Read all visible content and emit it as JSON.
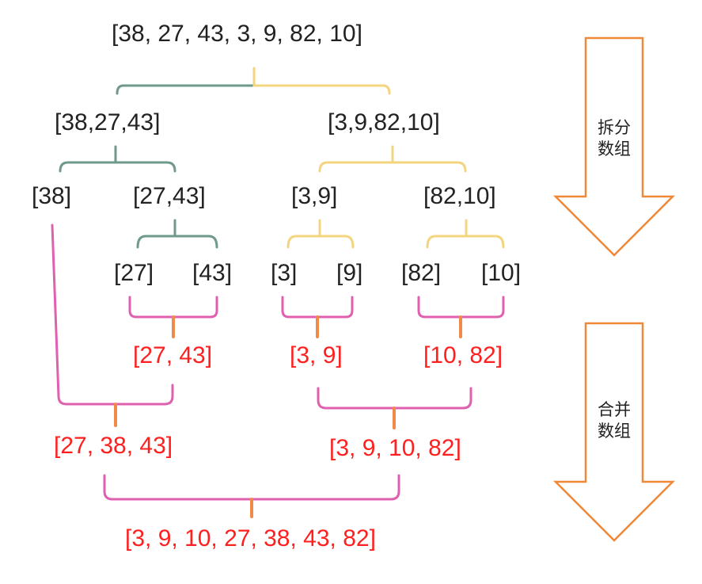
{
  "colors": {
    "split_left": "#6f9a8a",
    "split_right": "#f2d57e",
    "merge": "#e060b0",
    "merge_stem": "#f08a4b",
    "arrow": "#f0883a",
    "text": "#222222",
    "result_text": "#ff1f1f"
  },
  "split": {
    "root": "[38, 27, 43, 3, 9, 82, 10]",
    "left": "[38,27,43]",
    "right": "[3,9,82,10]",
    "l1": "[38]",
    "l2": "[27,43]",
    "r1": "[3,9]",
    "r2": "[82,10]",
    "leaf_27": "[27]",
    "leaf_43": "[43]",
    "leaf_3": "[3]",
    "leaf_9": "[9]",
    "leaf_82": "[82]",
    "leaf_10": "[10]"
  },
  "merge": {
    "m_27_43": "[27, 43]",
    "m_3_9": "[3, 9]",
    "m_10_82": "[10, 82]",
    "m_27_38_43": "[27, 38, 43]",
    "m_3_9_10_82": "[3, 9, 10, 82]",
    "final": "[3, 9, 10, 27, 38, 43, 82]"
  },
  "arrows": {
    "split": {
      "line1": "拆分",
      "line2": "数组"
    },
    "merge": {
      "line1": "合并",
      "line2": "数组"
    }
  }
}
